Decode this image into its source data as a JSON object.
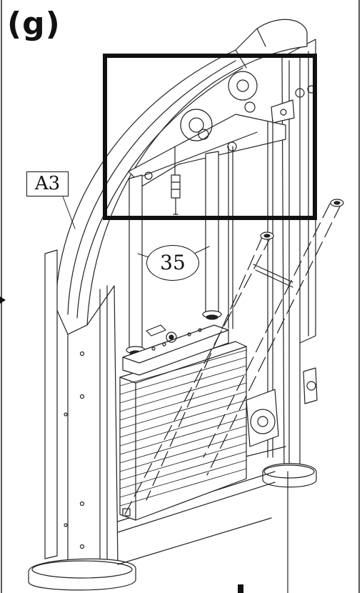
{
  "step_label": "(g)",
  "callouts": {
    "frame_part": "A3",
    "guide_rod_part": "35"
  }
}
